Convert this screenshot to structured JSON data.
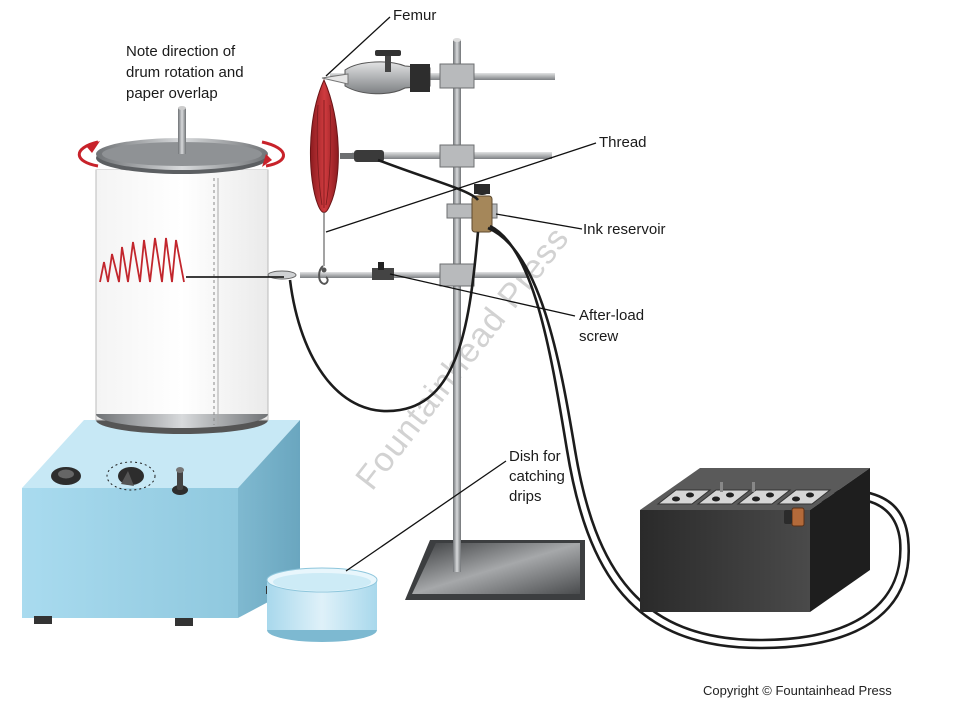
{
  "labels": {
    "femur": "Femur",
    "drum_note_line1": "Note direction of",
    "drum_note_line2": "drum rotation and",
    "drum_note_line3": "paper overlap",
    "thread": "Thread",
    "ink_reservoir": "Ink reservoir",
    "after_load_line1": "After-load",
    "after_load_line2": "screw",
    "dish_line1": "Dish for",
    "dish_line2": "catching",
    "dish_line3": "drips"
  },
  "watermark": "Fountainhead Press",
  "copyright": "Copyright © Fountainhead Press",
  "colors": {
    "muscle": "#b0282c",
    "trace": "#c2262d",
    "rotation_arrow": "#c8222a",
    "base_box": "#9fd3e6",
    "dish": "#bfe3f2",
    "stand_rod": "#8a8d90",
    "stimulator": "#2b2b2b"
  },
  "icons": {
    "rotation": "curved-arrow-icon",
    "knob": "dial-knob-icon",
    "toggle": "toggle-switch-icon"
  }
}
